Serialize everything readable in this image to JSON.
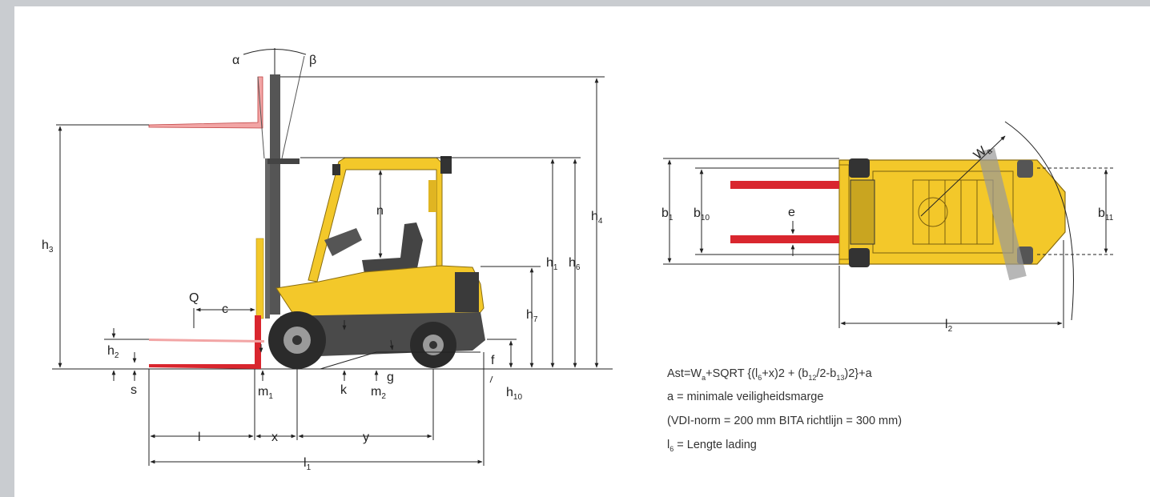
{
  "diagram": {
    "side_view_labels": {
      "alpha": "α",
      "beta": "β",
      "h3": "h",
      "h3_sub": "3",
      "h4": "h",
      "h4_sub": "4",
      "h1": "h",
      "h1_sub": "1",
      "h6": "h",
      "h6_sub": "6",
      "h7": "h",
      "h7_sub": "7",
      "h2": "h",
      "h2_sub": "2",
      "h10": "h",
      "h10_sub": "10",
      "n": "n",
      "Q": "Q",
      "c": "c",
      "s": "s",
      "m1": "m",
      "m1_sub": "1",
      "m2": "m",
      "m2_sub": "2",
      "k": "k",
      "g": "g",
      "f": "f",
      "l": "l",
      "x": "x",
      "y": "y",
      "l1": "l",
      "l1_sub": "1"
    },
    "top_view_labels": {
      "b1": "b",
      "b1_sub": "1",
      "b10": "b",
      "b10_sub": "10",
      "b11": "b",
      "b11_sub": "11",
      "e": "e",
      "Wa": "W",
      "Wa_sub": "a",
      "l2": "l",
      "l2_sub": "2"
    }
  },
  "formula": {
    "p1": "Ast=W",
    "s1": "a",
    "p2": "+SQRT {(l",
    "s2": "6",
    "p3": "+x)2 + (b",
    "s3": "12",
    "p4": "/2-b",
    "s4": "13",
    "p5": ")2}+a"
  },
  "notes": {
    "line2": "a = minimale veiligheidsmarge",
    "line3": "(VDI-norm = 200 mm BITA richtlijn = 300 mm)",
    "line4_main": "l",
    "line4_sub": "6",
    "line4_rest": " = Lengte lading"
  },
  "colors": {
    "yellow": "#f3c82a",
    "dark": "#4a4a4a",
    "red": "#d9262e",
    "pink": "#f2a5a5"
  }
}
